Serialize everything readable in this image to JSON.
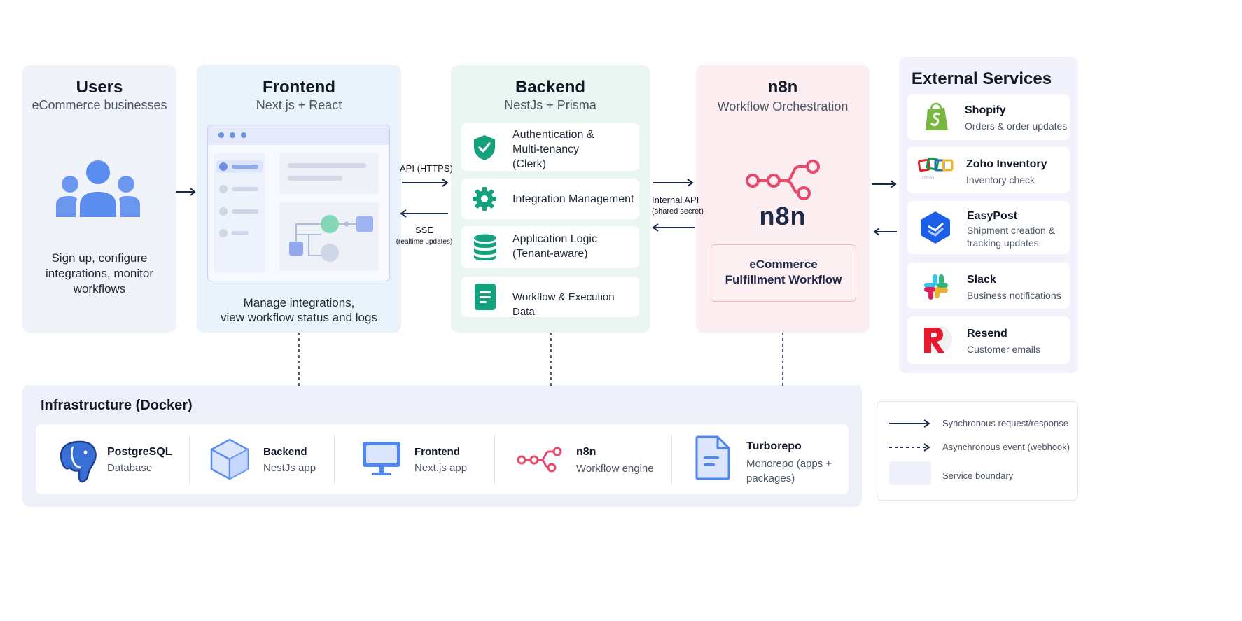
{
  "users": {
    "title": "Users",
    "subtitle": "eCommerce businesses",
    "description": "Sign up, configure integrations, monitor workflows"
  },
  "frontend": {
    "title": "Frontend",
    "subtitle": "Next.js + React",
    "caption_line1": "Manage integrations,",
    "caption_line2": "view workflow status and logs"
  },
  "backend": {
    "title": "Backend",
    "subtitle": "NestJs + Prisma",
    "items": [
      {
        "label": "Authentication & Multi-tenancy (Clerk)",
        "icon": "shield-check-icon"
      },
      {
        "label": "Integration Management",
        "icon": "gear-icon"
      },
      {
        "label": "Application Logic (Tenant-aware)",
        "icon": "database-icon"
      },
      {
        "label": "Workflow & Execution Data",
        "icon": "document-icon"
      }
    ]
  },
  "connections": {
    "api_label": "API (HTTPS)",
    "sse_label": "SSE",
    "sse_sub": "(realtime updates)",
    "internal_label": "Internal API",
    "internal_sub": "(shared secret)"
  },
  "n8n": {
    "title": "n8n",
    "subtitle": "Workflow Orchestration",
    "logo_text": "n8n",
    "workflow_line1": "eCommerce",
    "workflow_line2": "Fulfillment Workflow"
  },
  "external": {
    "title": "External Services",
    "services": [
      {
        "name": "Shopify",
        "desc": "Orders & order updates",
        "icon": "shopify-icon"
      },
      {
        "name": "Zoho Inventory",
        "desc": "Inventory check",
        "icon": "zoho-icon"
      },
      {
        "name": "EasyPost",
        "desc": "Shipment creation & tracking updates",
        "icon": "easypost-icon"
      },
      {
        "name": "Slack",
        "desc": "Business notifications",
        "icon": "slack-icon"
      },
      {
        "name": "Resend",
        "desc": "Customer emails",
        "icon": "resend-icon"
      }
    ]
  },
  "infrastructure": {
    "title": "Infrastructure (Docker)",
    "items": [
      {
        "name": "PostgreSQL",
        "desc": "Database",
        "icon": "postgresql-icon"
      },
      {
        "name": "Backend",
        "desc": "NestJs app",
        "icon": "cube-icon"
      },
      {
        "name": "Frontend",
        "desc": "Next.js app",
        "icon": "monitor-icon"
      },
      {
        "name": "n8n",
        "desc": "Workflow engine",
        "icon": "n8n-icon"
      },
      {
        "name": "Turborepo",
        "desc": "Monorepo (apps + packages)",
        "icon": "file-icon"
      }
    ]
  },
  "legend": {
    "sync": "Synchronous request/response",
    "async": "Asynchronous event (webhook)",
    "boundary": "Service boundary"
  },
  "colors": {
    "users_bg": "#f1f3fb",
    "frontend_bg": "#eaf2fc",
    "backend_bg": "#e9f6f1",
    "n8n_bg": "#fdeef1",
    "external_bg": "#f1f2fb",
    "infra_bg": "#eef0fa",
    "accent_blue": "#5b8def",
    "accent_green": "#13a27d",
    "accent_pink": "#e8486c",
    "arrow": "#1e2a4a"
  }
}
